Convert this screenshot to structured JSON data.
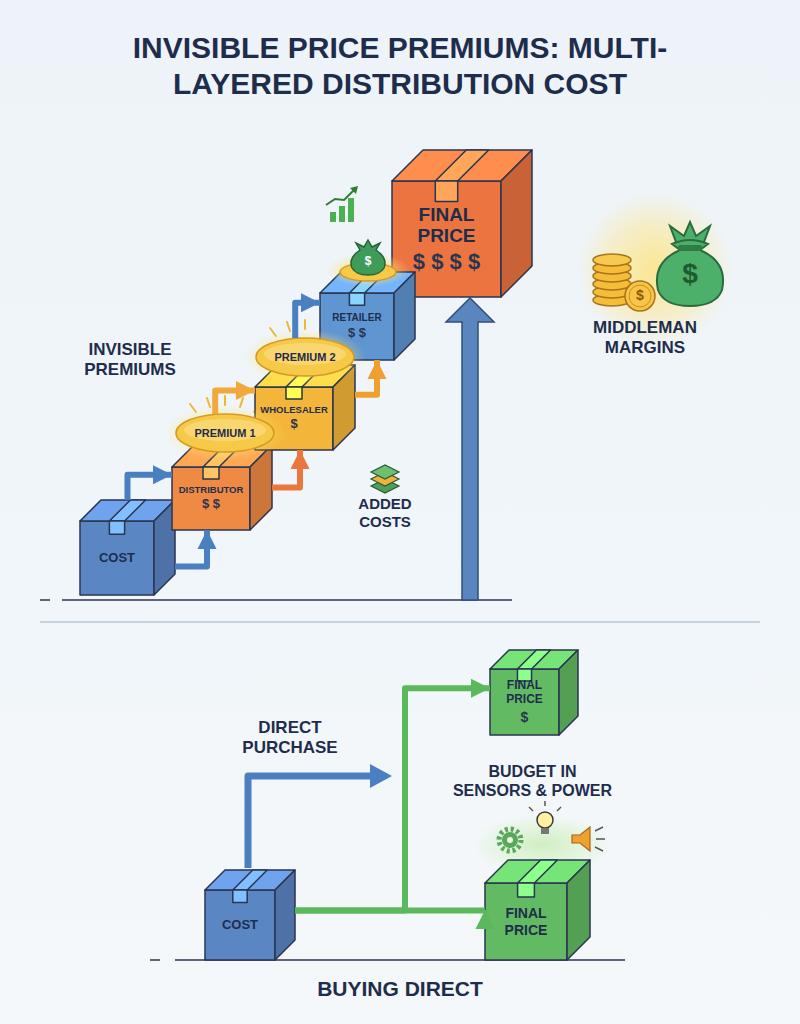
{
  "diagram": {
    "title": "INVISIBLE PRICE PREMIUMS: MULTI-LAYERED DISTRIBUTION COST",
    "nodes": [
      {
        "text": [
          "COST"
        ]
      },
      {
        "text": [
          "PREMIUM 1"
        ]
      },
      {
        "text": [
          "DISTRIBUTOR",
          "$ $"
        ]
      },
      {
        "text": [
          "PREMIUM 2"
        ]
      },
      {
        "text": [
          "WHOLESALER",
          "$"
        ]
      },
      {
        "text": [
          "RETAILER",
          "$ $"
        ]
      },
      {
        "text": [
          "FINAL PRICE",
          "$ $ $ $"
        ]
      },
      {
        "text": [
          "COST"
        ]
      },
      {
        "text": [
          "FINAL PRICE",
          "$"
        ]
      },
      {
        "text": [
          "FINAL PRICE"
        ]
      }
    ],
    "edges": [
      {
        "from": 0,
        "to": 2,
        "arrow": "to"
      },
      {
        "from": 0,
        "to": 2,
        "arrow": "to"
      },
      {
        "from": 1,
        "to": 4,
        "arrow": "to"
      },
      {
        "from": 2,
        "to": 4,
        "arrow": "to"
      },
      {
        "from": 3,
        "to": 5,
        "arrow": "to"
      },
      {
        "from": 4,
        "to": 5,
        "arrow": "to"
      },
      {
        "from": 7,
        "to": 8,
        "arrow": "to"
      },
      {
        "from": 7,
        "to": 9,
        "arrow": "to"
      }
    ],
    "labels": [
      "INVISIBLE PREMIUMS",
      "ADDED COSTS",
      "$",
      "MIDDLEMAN MARGINS",
      "$",
      "$",
      "DIRECT PURCHASE",
      "BUDGET IN SENSORS & POWER",
      "BUYING DIRECT"
    ]
  }
}
